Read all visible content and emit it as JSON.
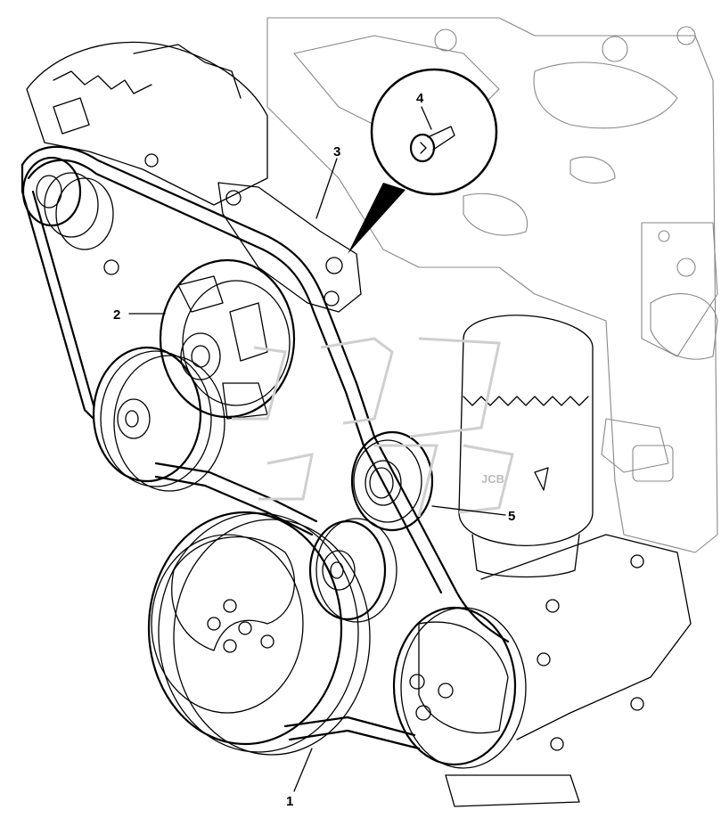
{
  "diagram": {
    "callouts": [
      {
        "id": "1",
        "label": "1"
      },
      {
        "id": "2",
        "label": "2"
      },
      {
        "id": "3",
        "label": "3"
      },
      {
        "id": "4",
        "label": "4"
      },
      {
        "id": "5",
        "label": "5"
      }
    ],
    "watermark_text": "JCB"
  }
}
